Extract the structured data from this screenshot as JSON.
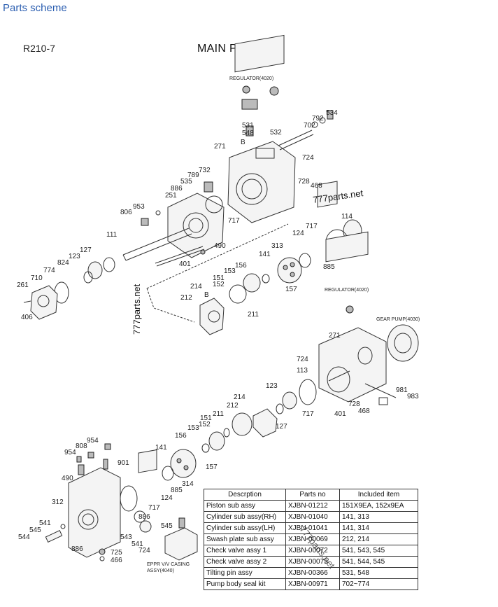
{
  "header": {
    "link": "Parts scheme"
  },
  "diagram": {
    "model": "R210-7",
    "title": "MAIN PUMP",
    "labels": {
      "regulator_top": "REGULATOR(4020)",
      "regulator_bottom": "REGULATOR(4020)",
      "gear_pump": "GEAR PUMP(4030)",
      "eppr_line1": "EPPR V/V CASING",
      "eppr_line2": "ASSY(4040)",
      "b_top": "B",
      "b_mid": "B",
      "p531": "531",
      "p548": "548",
      "p532": "532",
      "p702": "702",
      "p792": "792",
      "p534": "534",
      "p271": "271",
      "p724": "724",
      "p732": "732",
      "p789": "789",
      "p535": "535",
      "p886": "886",
      "p251": "251",
      "p953": "953",
      "p806": "806",
      "p728": "728",
      "p468": "468",
      "p717": "717",
      "p114": "114",
      "p124": "124",
      "p313": "313",
      "p141": "141",
      "p885": "885",
      "p111": "111",
      "p127": "127",
      "p824": "824",
      "p123": "123",
      "p774": "774",
      "p710": "710",
      "p261": "261",
      "p406": "406",
      "p490": "490",
      "p401": "401",
      "p156": "156",
      "p153": "153",
      "p151": "151",
      "p152": "152",
      "p214": "214",
      "p212": "212",
      "p157": "157",
      "p211": "211",
      "r271": "271",
      "r724": "724",
      "r113": "113",
      "r981": "981",
      "r983": "983",
      "r728": "728",
      "r468": "468",
      "r401": "401",
      "r717": "717",
      "r123": "123",
      "r127": "127",
      "r214": "214",
      "r212": "212",
      "r211": "211",
      "r151": "151",
      "r152": "152",
      "r153": "153",
      "r156": "156",
      "r157": "157",
      "r141": "141",
      "r124": "124",
      "r885": "885",
      "r314": "314",
      "r717b": "717",
      "r545": "545",
      "r543": "543",
      "r541": "541",
      "r724b": "724",
      "l954a": "954",
      "l808": "808",
      "l954b": "954",
      "l901": "901",
      "l490": "490",
      "l312": "312",
      "l886a": "886",
      "l541": "541",
      "l545": "545",
      "l544": "544",
      "l886b": "886",
      "l725": "725",
      "l466": "466"
    },
    "watermarks": {
      "a": "777parts.net",
      "b": "777parts.net",
      "c": "777parts.net"
    }
  },
  "parts_table": {
    "headers": [
      "Descrption",
      "Parts no",
      "Included item"
    ],
    "rows": [
      [
        "Piston sub assy",
        "XJBN-01212",
        "151X9EA, 152x9EA"
      ],
      [
        "Cylinder sub assy(RH)",
        "XJBN-01040",
        "141, 313"
      ],
      [
        "Cylinder sub assy(LH)",
        "XJBN-01041",
        "141, 314"
      ],
      [
        "Swash plate sub assy",
        "XJBN-00069",
        "212, 214"
      ],
      [
        "Check valve assy 1",
        "XJBN-00072",
        "541, 543, 545"
      ],
      [
        "Check valve assy 2",
        "XJBN-00075",
        "541, 544, 545"
      ],
      [
        "Tilting pin assy",
        "XJBN-00366",
        "531, 548"
      ],
      [
        "Pump body seal kit",
        "XJBN-00971",
        "702~774"
      ]
    ]
  }
}
